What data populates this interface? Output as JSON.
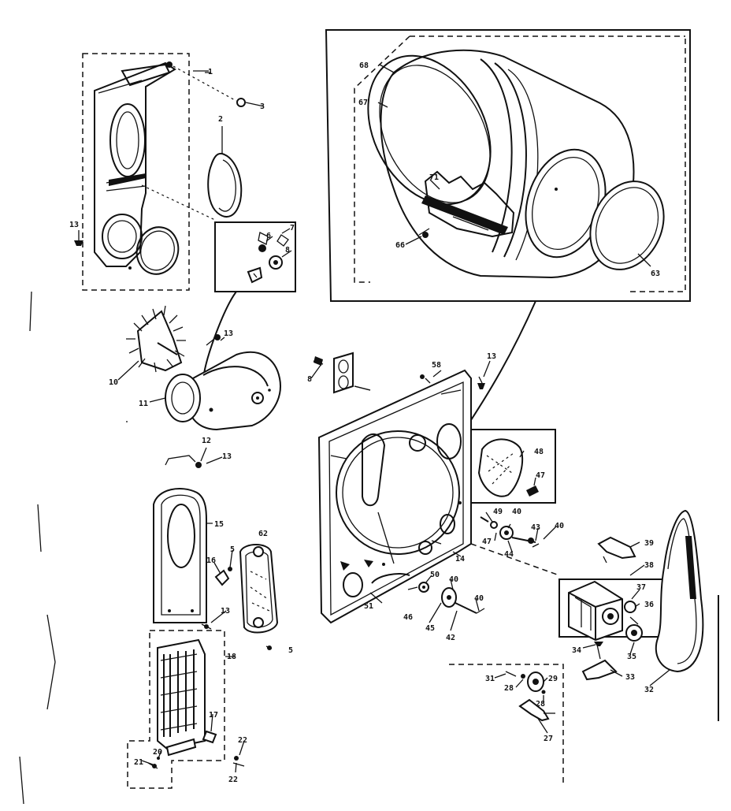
{
  "diagram": {
    "callouts": [
      {
        "id": "c1",
        "text": "1"
      },
      {
        "id": "c2",
        "text": "2"
      },
      {
        "id": "c3",
        "text": "3"
      },
      {
        "id": "c5a",
        "text": "5"
      },
      {
        "id": "c5b",
        "text": "5"
      },
      {
        "id": "c6",
        "text": "6"
      },
      {
        "id": "c7",
        "text": "7"
      },
      {
        "id": "c8a",
        "text": "8"
      },
      {
        "id": "c8b",
        "text": "8"
      },
      {
        "id": "c10",
        "text": "10"
      },
      {
        "id": "c11",
        "text": "11"
      },
      {
        "id": "c12",
        "text": "12"
      },
      {
        "id": "c13a",
        "text": "13"
      },
      {
        "id": "c13b",
        "text": "13"
      },
      {
        "id": "c13c",
        "text": "13"
      },
      {
        "id": "c13d",
        "text": "13"
      },
      {
        "id": "c13e",
        "text": "13"
      },
      {
        "id": "c13f",
        "text": "13"
      },
      {
        "id": "c14",
        "text": "14"
      },
      {
        "id": "c15",
        "text": "15"
      },
      {
        "id": "c16",
        "text": "16"
      },
      {
        "id": "c17",
        "text": "17"
      },
      {
        "id": "c18",
        "text": "18"
      },
      {
        "id": "c20",
        "text": "20"
      },
      {
        "id": "c21",
        "text": "21"
      },
      {
        "id": "c22",
        "text": "22"
      },
      {
        "id": "c27",
        "text": "27"
      },
      {
        "id": "c28a",
        "text": "28"
      },
      {
        "id": "c28b",
        "text": "28"
      },
      {
        "id": "c29",
        "text": "29"
      },
      {
        "id": "c31",
        "text": "31"
      },
      {
        "id": "c32",
        "text": "32"
      },
      {
        "id": "c33",
        "text": "33"
      },
      {
        "id": "c34",
        "text": "34"
      },
      {
        "id": "c35",
        "text": "35"
      },
      {
        "id": "c36",
        "text": "36"
      },
      {
        "id": "c37",
        "text": "37"
      },
      {
        "id": "c38",
        "text": "38"
      },
      {
        "id": "c39",
        "text": "39"
      },
      {
        "id": "c40a",
        "text": "40"
      },
      {
        "id": "c40b",
        "text": "40"
      },
      {
        "id": "c40c",
        "text": "40"
      },
      {
        "id": "c40d",
        "text": "40"
      },
      {
        "id": "c42",
        "text": "42"
      },
      {
        "id": "c43",
        "text": "43"
      },
      {
        "id": "c44a",
        "text": "44"
      },
      {
        "id": "c44b",
        "text": "44"
      },
      {
        "id": "c45",
        "text": "45"
      },
      {
        "id": "c46",
        "text": "46"
      },
      {
        "id": "c47a",
        "text": "47"
      },
      {
        "id": "c47b",
        "text": "47"
      },
      {
        "id": "c48",
        "text": "48"
      },
      {
        "id": "c49",
        "text": "49"
      },
      {
        "id": "c50",
        "text": "50"
      },
      {
        "id": "c51",
        "text": "51"
      },
      {
        "id": "c58",
        "text": "58"
      },
      {
        "id": "c62",
        "text": "62"
      },
      {
        "id": "c63",
        "text": "63"
      },
      {
        "id": "c66",
        "text": "66"
      },
      {
        "id": "c67",
        "text": "67"
      },
      {
        "id": "c68",
        "text": "68"
      },
      {
        "id": "c71",
        "text": "71"
      }
    ]
  }
}
